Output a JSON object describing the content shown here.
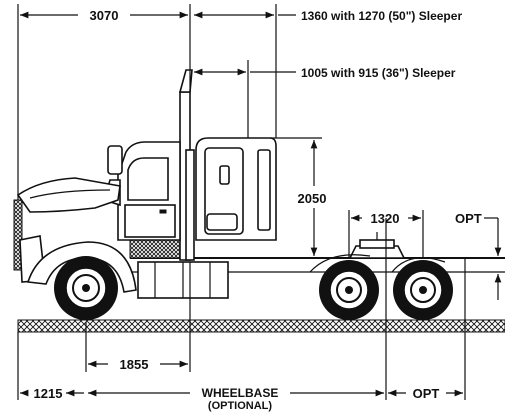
{
  "dimensions": {
    "front_to_back_of_cab": "3070",
    "cab_with_50_sleeper": "1360 with 1270 (50\") Sleeper",
    "cab_with_36_sleeper": "1005 with 915 (36\") Sleeper",
    "cab_height": "2050",
    "tandem_spread": "1320",
    "fifth_wheel_height": "OPT",
    "front_axle_to_back_of_cab": "1855",
    "front_overhang": "1215",
    "wheelbase_line1": "WHEELBASE",
    "wheelbase_line2": "(OPTIONAL)",
    "rear_overhang": "OPT"
  }
}
